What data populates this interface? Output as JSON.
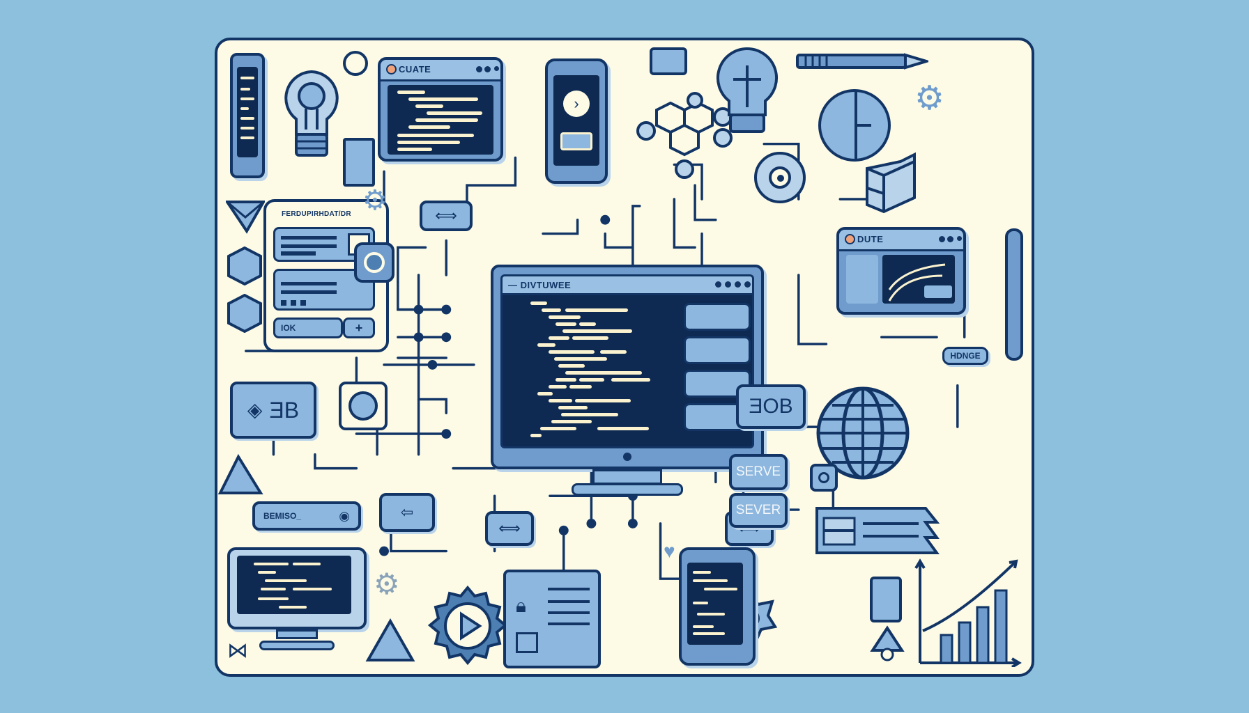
{
  "illustration": {
    "background_color": "#8cc0dd",
    "board_color": "#fdfbe6",
    "outline_color": "#123566",
    "accent_blue": "#6f9ccc",
    "light_blue": "#8db7de",
    "screen_color": "#0f2a52",
    "code_color": "#fbf3cf",
    "orange_dot": "#f0a27a"
  },
  "windows": {
    "top_code_window": {
      "title": "CUATE"
    },
    "main_monitor": {
      "title": "— DIVTUWEE"
    },
    "chart_window": {
      "title": "DUTE"
    }
  },
  "form_panel": {
    "title": "FERDUPIRHDAT/DR",
    "ok_button": "IOK",
    "plus_button": "+"
  },
  "labels": {
    "db_left": "ƎB",
    "db_right": "ƎOB",
    "serve": "SERVE",
    "sever": "SEVER",
    "hdnge": "HDNGE",
    "bemiso": "BEMISO_"
  },
  "icons": [
    "phone-icon",
    "lightbulb-icon",
    "play-circle-icon",
    "server-rack-icon",
    "code-window-icon",
    "phone-play-icon",
    "printer-icon",
    "hexagon-network-icon",
    "lightbulb-puzzle-icon",
    "pencil-icon",
    "clock-icon",
    "gear-icon",
    "target-icon",
    "server-box-icon",
    "envelope-icon",
    "cube-icon",
    "camera-icon",
    "globe-icon",
    "monitor-icon",
    "gear-play-icon",
    "lock-document-icon",
    "tablet-icon",
    "bar-chart-icon",
    "heart-icon",
    "wifi-icon",
    "pen-icon",
    "triangle-icon",
    "arrow-swap-icon"
  ],
  "chart_mini": {
    "bars": [
      40,
      58,
      80,
      104
    ]
  }
}
